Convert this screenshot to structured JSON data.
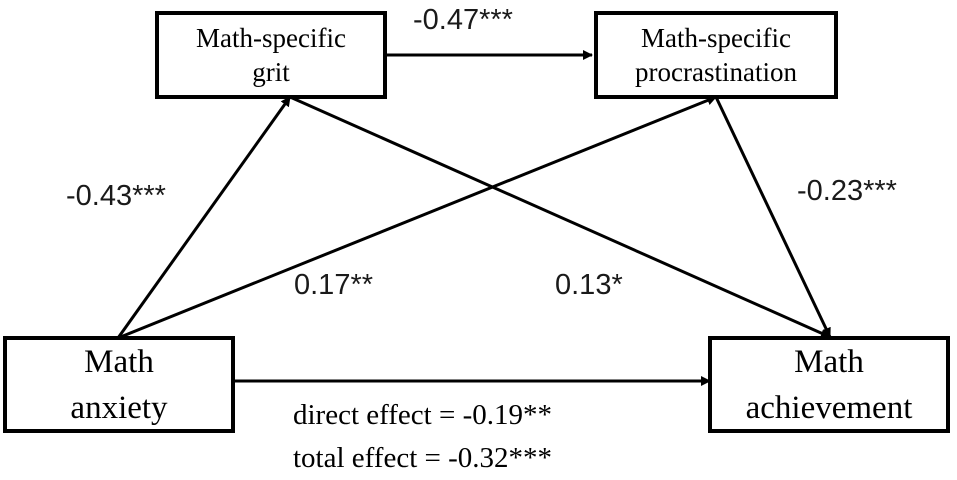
{
  "nodes": {
    "grit": {
      "line1": "Math-specific",
      "line2": "grit"
    },
    "procrastination": {
      "line1": "Math-specific",
      "line2": "procrastination"
    },
    "anxiety": {
      "line1": "Math",
      "line2": "anxiety"
    },
    "achievement": {
      "line1": "Math",
      "line2": "achievement"
    }
  },
  "paths": {
    "grit_to_procrastination": "-0.47***",
    "anxiety_to_grit": "-0.43***",
    "procrastination_to_achievement": "-0.23***",
    "anxiety_to_procrastination": "0.17**",
    "grit_to_achievement": "0.13*"
  },
  "effects": {
    "direct": "direct effect = -0.19**",
    "total": "total effect = -0.32***"
  }
}
